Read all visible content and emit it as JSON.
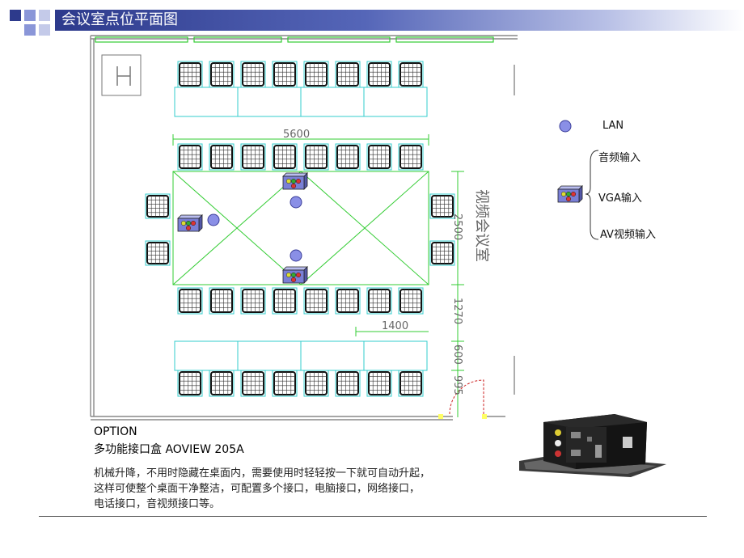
{
  "header": {
    "title": "会议室点位平面图"
  },
  "plan": {
    "dimensions": {
      "width_top": "5600",
      "height_right": "2500",
      "gap_right": "1270",
      "small_width": "1400",
      "small_right_1": "600",
      "small_right_2": "995"
    },
    "room_label": "视频会议室"
  },
  "legend": {
    "lan_label": "LAN",
    "port_items": [
      "音频输入",
      "VGA输入",
      "AV视频输入"
    ]
  },
  "option": {
    "title": "OPTION",
    "product": "多功能接口盒 AOVIEW 205A",
    "description_lines": [
      "机械升降，不用时隐藏在桌面内，需要使用时轻轻按一下就可自动升起，",
      "这样可使整个桌面干净整洁，可配置多个接口，电脑接口，网络接口，",
      "电话接口，音视频接口等。"
    ]
  },
  "colors": {
    "header_dark": "#2d3a8c",
    "table_green": "#33cc33",
    "table_cyan": "#33cccc",
    "lan_blue": "#8a8fe6",
    "box_purple": "#7a7fd6"
  }
}
